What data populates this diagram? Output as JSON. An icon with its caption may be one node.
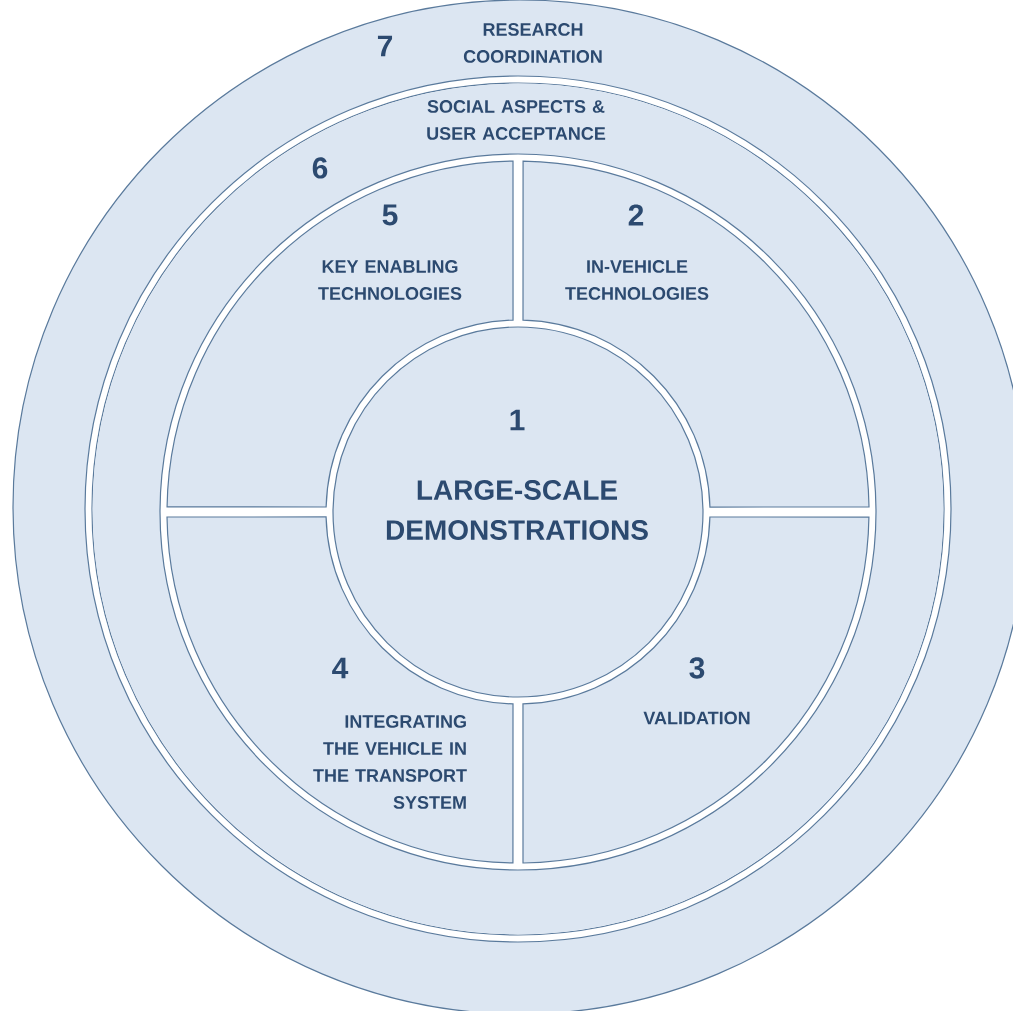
{
  "diagram": {
    "nodes": [
      {
        "text": [
          "7",
          "RESEARCH COORDINATION"
        ]
      },
      {
        "text": [
          "SOCIAL ASPECTS & USER ACCEPTANCE",
          "6"
        ],
        "in": 0
      },
      {
        "text": [
          "5",
          "KEY ENABLING TECHNOLOGIES"
        ],
        "in": 1
      },
      {
        "text": [
          "2",
          "IN-VEHICLE TECHNOLOGIES"
        ],
        "in": 1
      },
      {
        "text": [
          "1",
          "LARGE-SCALE DEMONSTRATIONS"
        ],
        "in": 1
      },
      {
        "text": [
          "4",
          "INTEGRATING THE VEHICLE IN THE TRANSPORT SYSTEM"
        ],
        "in": 1
      },
      {
        "text": [
          "3",
          "VALIDATION"
        ],
        "in": 1
      }
    ]
  }
}
